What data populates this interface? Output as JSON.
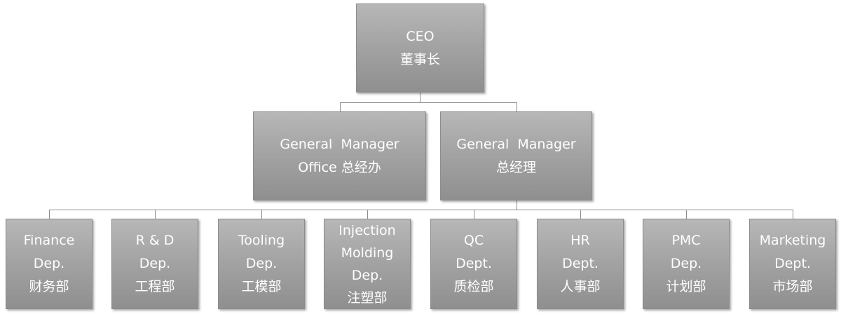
{
  "ceo": {
    "title": "CEO",
    "zh": "董事长"
  },
  "gm_office": {
    "title": "General  Manager",
    "line2": "Office 总经办"
  },
  "gm": {
    "title": "General  Manager",
    "zh": "总经理"
  },
  "departments": [
    {
      "lines": [
        "Finance",
        "Dep.",
        "财务部"
      ]
    },
    {
      "lines": [
        "R & D",
        "Dep.",
        "工程部"
      ]
    },
    {
      "lines": [
        "Tooling",
        "Dep.",
        "工模部"
      ]
    },
    {
      "lines": [
        "Injection",
        "Molding",
        "Dep.",
        "注塑部"
      ]
    },
    {
      "lines": [
        "QC",
        "Dept.",
        "质检部"
      ]
    },
    {
      "lines": [
        "HR",
        "Dept.",
        "人事部"
      ]
    },
    {
      "lines": [
        "PMC",
        "Dep.",
        "计划部"
      ]
    },
    {
      "lines": [
        "Marketing",
        "Dept.",
        "市场部"
      ]
    }
  ]
}
